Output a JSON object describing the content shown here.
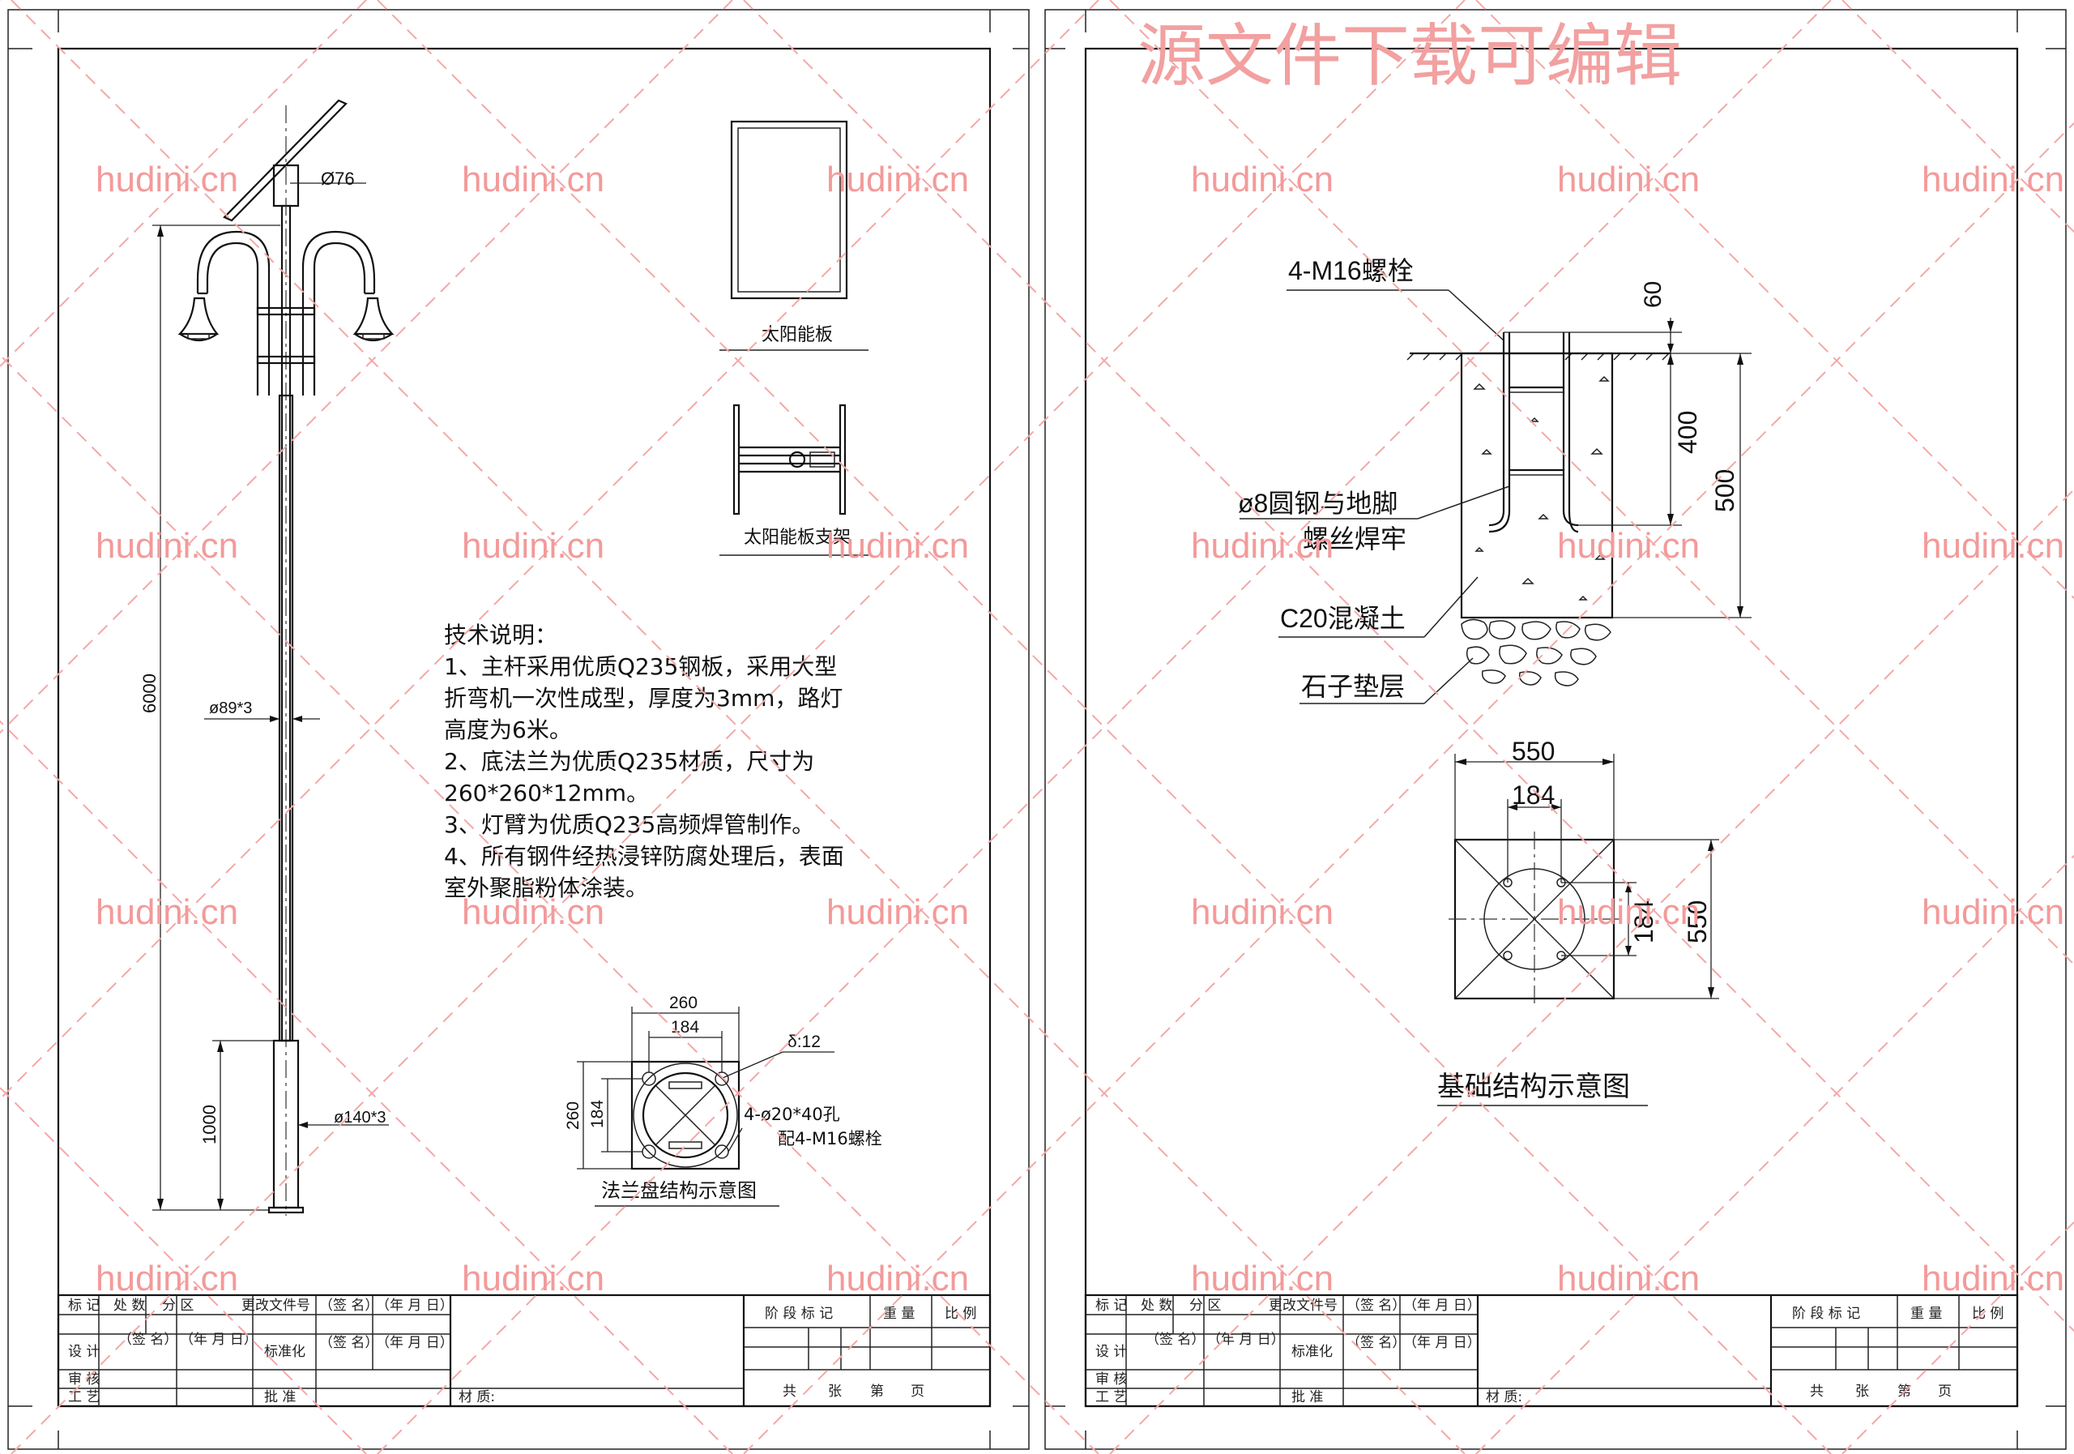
{
  "watermark": {
    "site_text": "hudini.cn",
    "title_text": "源文件下载可编辑"
  },
  "left_sheet": {
    "pole": {
      "top_tube_dia": "Ø76",
      "mid_tube_dia": "ø89*3",
      "base_tube_dia": "ø140*3",
      "total_height": "6000",
      "base_height": "1000"
    },
    "solar_panel": {
      "label": "太阳能板"
    },
    "solar_bracket": {
      "label": "太阳能板支架"
    },
    "tech_notes": {
      "heading": "技术说明：",
      "lines": [
        "1、主杆采用优质Q235钢板，采用大型",
        "折弯机一次性成型，厚度为3mm，路灯",
        "高度为6米。",
        "2、底法兰为优质Q235材质，尺寸为",
        "260*260*12mm。",
        "3、灯臂为优质Q235高频焊管制作。",
        "4、所有钢件经热浸锌防腐处理后，表面",
        "室外聚脂粉体涂装。"
      ]
    },
    "flange": {
      "width_outer": "260",
      "width_inner": "184",
      "height_outer": "260",
      "height_inner": "184",
      "thickness": "δ:12",
      "holes": "4-ø20*40孔",
      "bolts": "配4-M16螺栓",
      "caption": "法兰盘结构示意图"
    }
  },
  "right_sheet": {
    "foundation": {
      "bolt_label": "4-M16螺栓",
      "rebar_label_1": "ø8圆钢与地脚",
      "rebar_label_2": "螺丝焊牢",
      "concrete_label": "C20混凝土",
      "gravel_label": "石子垫层",
      "dim_top": "60",
      "dim_bolt": "400",
      "dim_depth": "500"
    },
    "plan": {
      "width_outer": "550",
      "width_inner": "184",
      "height_inner": "184",
      "height_outer": "550",
      "caption": "基础结构示意图"
    }
  },
  "title_block": {
    "mark": "标 记",
    "count": "处 数",
    "zone": "分 区",
    "change_doc": "更改文件号",
    "sign": "（签 名）",
    "date": "（年 月 日）",
    "design": "设 计",
    "standardize": "标准化",
    "review": "审 核",
    "process": "工 艺",
    "approve": "批 准",
    "material": "材 质:",
    "stage_mark": "阶 段 标 记",
    "weight": "重 量",
    "scale": "比 例",
    "sheets_total": "共",
    "sheets": "张",
    "page_no": "第",
    "page": "页"
  }
}
